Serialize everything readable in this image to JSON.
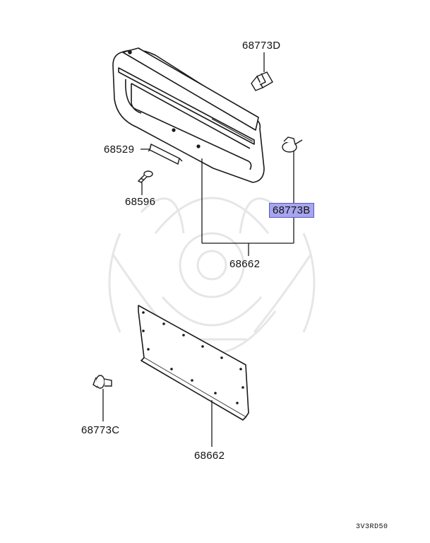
{
  "labels": {
    "p68773D": "68773D",
    "p68529": "68529",
    "p68596": "68596",
    "p68773B": "68773B",
    "p68662_upper": "68662",
    "p68773C": "68773C",
    "p68662_lower": "68662"
  },
  "highlighted_part": "68773B",
  "diagram_code": "3V3RD50",
  "colors": {
    "line": "#1a1a1a",
    "highlight_fill": "#a7a5ee",
    "highlight_border": "#5a57c6",
    "watermark": "#e6e6e6"
  }
}
